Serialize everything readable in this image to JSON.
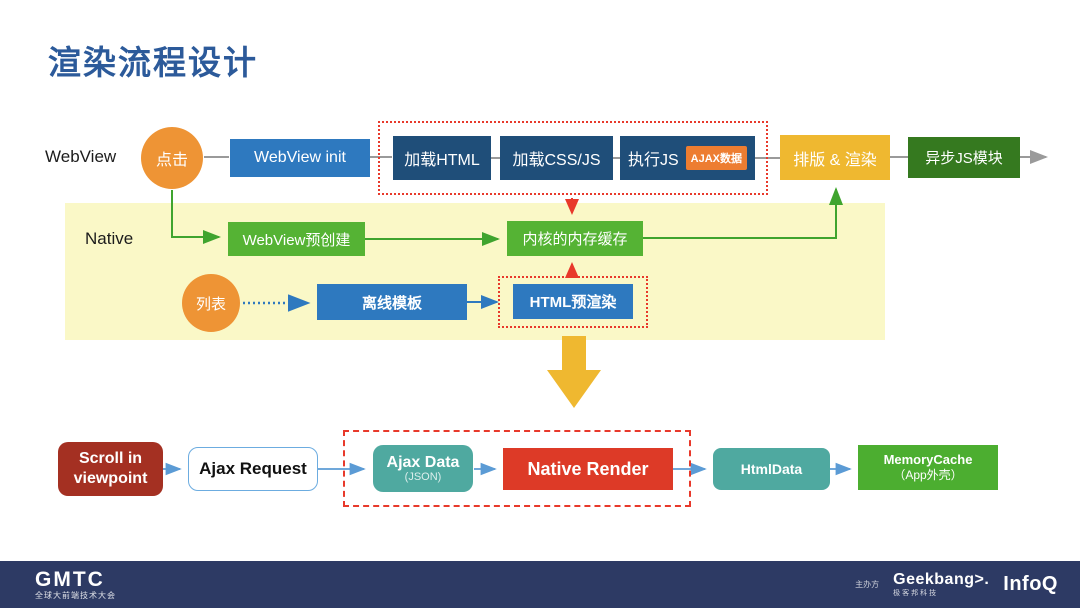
{
  "title": "渲染流程设计",
  "webview_row": {
    "label": "WebView",
    "click_circle": "点击",
    "webview_init": "WebView init",
    "load_html": "加载HTML",
    "load_cssjs": "加载CSS/JS",
    "exec_js": "执行JS",
    "ajax_badge": "AJAX数据",
    "layout_render": "排版 & 渲染",
    "async_js_module": "异步JS模块"
  },
  "native_row": {
    "label": "Native",
    "list_circle": "列表",
    "webview_precreate": "WebView预创建",
    "kernel_memory_cache": "内核的内存缓存",
    "offline_template": "离线模板",
    "html_prerender": "HTML预渲染"
  },
  "bottom_row": {
    "scroll_in_viewpoint": "Scroll in viewpoint",
    "ajax_request": "Ajax Request",
    "ajax_data": "Ajax Data",
    "ajax_data_sub": "(JSON)",
    "native_render": "Native Render",
    "html_data": "HtmlData",
    "memory_cache": "MemoryCache",
    "memory_cache_sub": "（App外壳）"
  },
  "footer": {
    "gmtc": "GMTC",
    "gmtc_subtitle": "全球大前端技术大会",
    "organizer": "主办方",
    "geekbang": "Geekbang>.",
    "geekbang_subtitle": "极客邦科技",
    "infoq": "InfoQ"
  },
  "colors": {
    "title_blue": "#2C5A9A",
    "box_blue": "#2E79BF",
    "box_navy": "#1F4E79",
    "circle_orange": "#EE9435",
    "badge_orange": "#ED7D31",
    "box_amber": "#EFB830",
    "box_dark_green": "#35791F",
    "box_green": "#55B334",
    "box_bright_green": "#4CAE30",
    "native_band_yellow": "#FAF8C7",
    "dashed_red": "#E8392B",
    "box_dark_red": "#A43022",
    "box_teal": "#4FA9A0",
    "box_render_red": "#DD3A27",
    "footer_navy": "#2D3A64",
    "wire_gray": "#9A9A9A",
    "wire_green": "#3FA42E",
    "wire_light_blue": "#5B9BD5"
  }
}
